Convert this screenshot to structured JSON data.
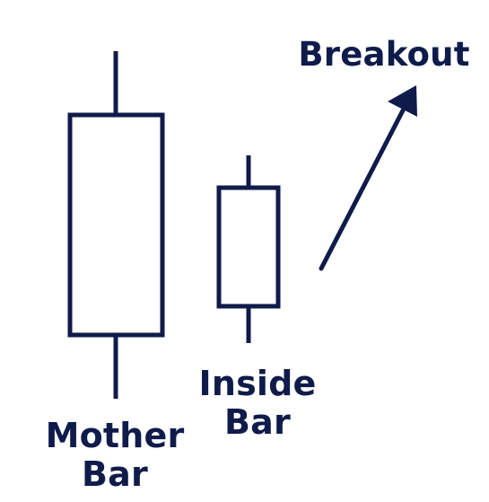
{
  "colors": {
    "ink": "#0f1b4a",
    "background": "#ffffff"
  },
  "labels": {
    "mother": [
      "Mother",
      "Bar"
    ],
    "inside": [
      "Inside",
      "Bar"
    ],
    "breakout": "Breakout"
  }
}
